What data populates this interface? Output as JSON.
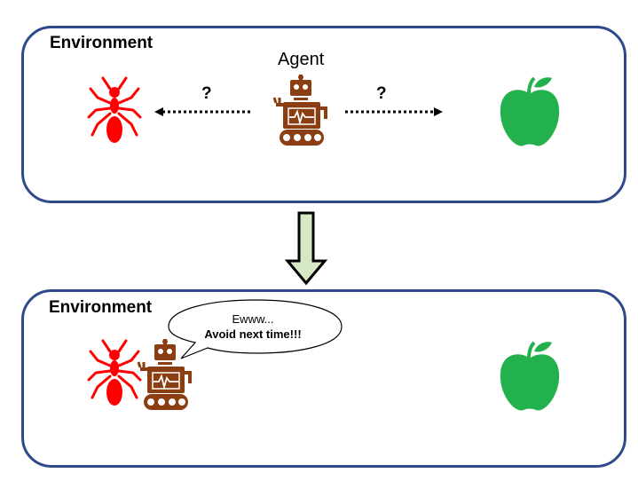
{
  "top_panel": {
    "label": "Environment",
    "agent_label": "Agent",
    "left_question": "?",
    "right_question": "?"
  },
  "bottom_panel": {
    "label": "Environment",
    "speech_line1": "Ewww...",
    "speech_line2": "Avoid next time!!!"
  },
  "colors": {
    "panel_border": "#2f4a8a",
    "ant": "#ff0000",
    "apple": "#22b14c",
    "robot": "#8b3e12",
    "transition_arrow_fill": "#d6e8c4"
  },
  "icons": [
    "ant-icon",
    "robot-icon",
    "apple-icon",
    "down-arrow-icon"
  ]
}
